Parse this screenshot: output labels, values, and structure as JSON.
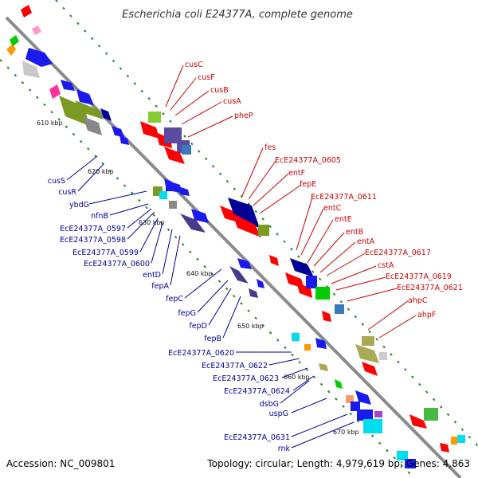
{
  "header": {
    "title": "Escherichia coli E24377A, complete genome"
  },
  "footer": {
    "accession": "Accession: NC_009801",
    "summary": "Topology: circular; Length: 4,979,619 bp; Genes: 4,863"
  },
  "scale_ticks": [
    "610 kbp",
    "620 kbp",
    "630 kbp",
    "640 kbp",
    "650 kbp",
    "660 kbp",
    "670 kbp"
  ],
  "forward_genes": [
    "cusC",
    "cusF",
    "cusB",
    "cusA",
    "pheP",
    "fes",
    "EcE24377A_0605",
    "entF",
    "fepE",
    "EcE24377A_0611",
    "entC",
    "entE",
    "entB",
    "entA",
    "EcE24377A_0617",
    "cstA",
    "EcE24377A_0619",
    "EcE24377A_0621",
    "ahpC",
    "ahpF"
  ],
  "reverse_genes": [
    "cusS",
    "cusR",
    "ybdG",
    "nfnB",
    "EcE24377A_0597",
    "EcE24377A_0598",
    "EcE24377A_0599",
    "EcE24377A_0600",
    "entD",
    "fepA",
    "fepC",
    "fepG",
    "fepD",
    "fepB",
    "EcE24377A_0620",
    "EcE24377A_0622",
    "EcE24377A_0623",
    "EcE24377A_0624",
    "dsbG",
    "uspG",
    "EcE24377A_0631",
    "rnk"
  ],
  "colors": {
    "forward_label": "#cc0000",
    "reverse_label": "#000099",
    "backbone": "#808080",
    "gc_dots": "#228822"
  }
}
